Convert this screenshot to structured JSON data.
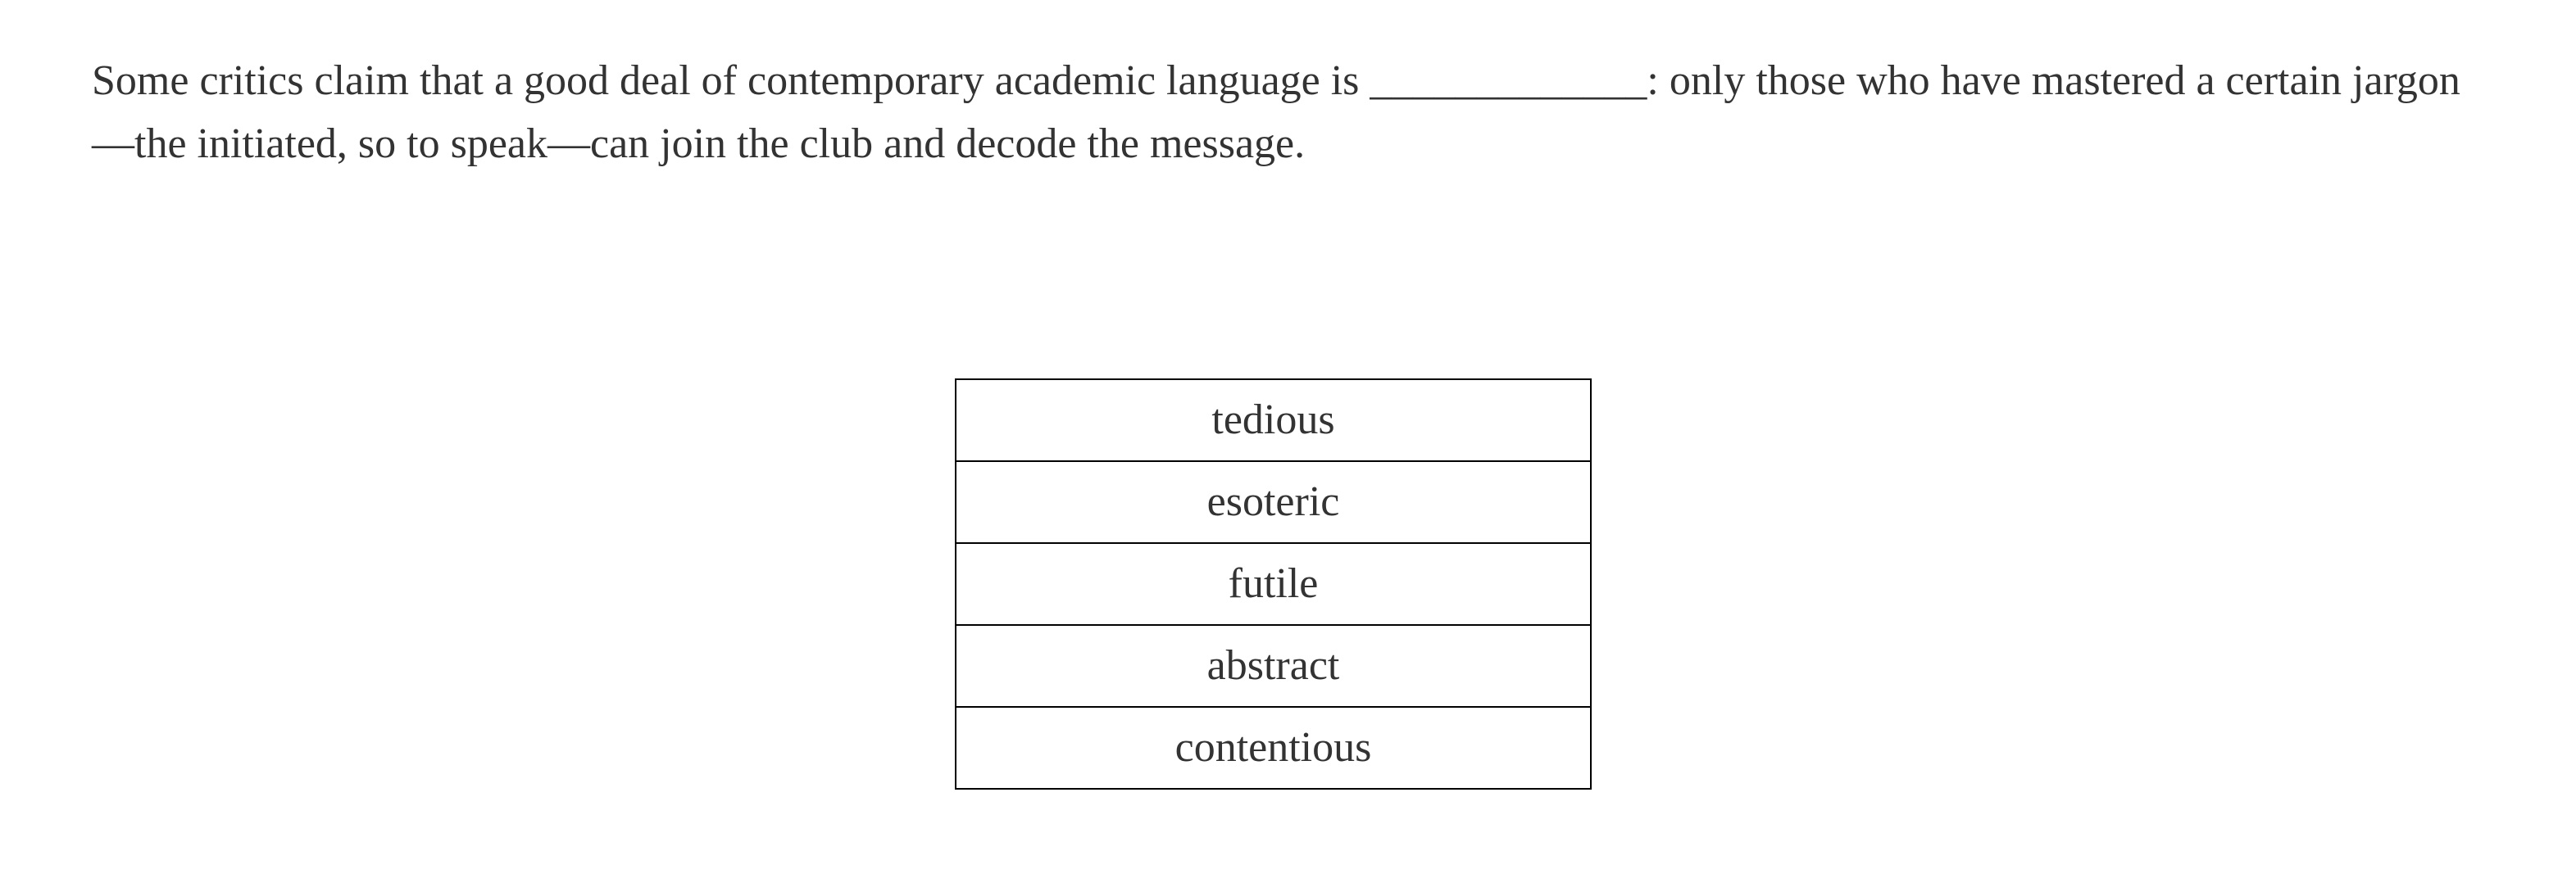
{
  "question": {
    "text_before": "Some critics claim that a good deal of contemporary academic language is ",
    "blank": "_____________",
    "text_after": ": only those who have mastered a certain jargon—the initiated, so to speak—can join the club and decode the message."
  },
  "choices": [
    {
      "label": "tedious"
    },
    {
      "label": "esoteric"
    },
    {
      "label": "futile"
    },
    {
      "label": "abstract"
    },
    {
      "label": "contentious"
    }
  ],
  "colors": {
    "text": "#333333",
    "border": "#000000",
    "background": "#ffffff"
  }
}
